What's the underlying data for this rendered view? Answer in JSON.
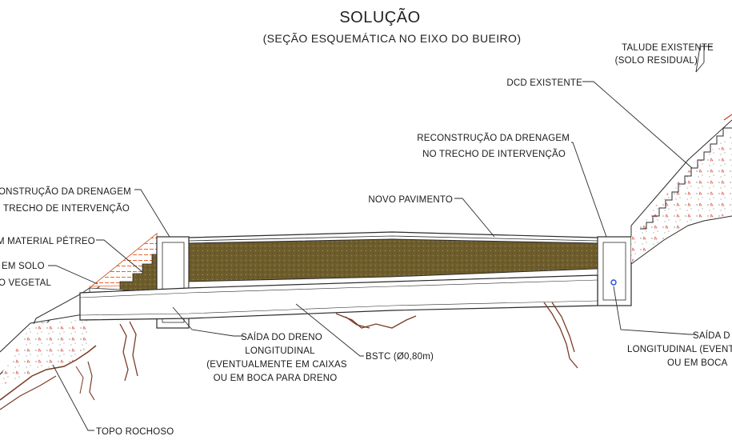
{
  "title": "SOLUÇÃO",
  "subtitle": "(SEÇÃO ESQUEMÁTICA NO EIXO DO BUEIRO)",
  "labels": {
    "talude_1": "TALUDE EXISTENTE",
    "talude_2": "(SOLO RESIDUAL)",
    "dcd": "DCD EXISTENTE",
    "recon_right_1": "RECONSTRUÇÃO DA DRENAGEM",
    "recon_right_2": "NO TRECHO DE INTERVENÇÃO",
    "recon_left_1": "ONSTRUÇÃO DA DRENAGEM",
    "recon_left_2": "TRECHO DE INTERVENÇÃO",
    "novo_pavimento": "NOVO PAVIMENTO",
    "material_petreo": "M MATERIAL PÉTREO",
    "solo_1": "EM SOLO",
    "solo_2": "O VEGETAL",
    "saida_left_1": "SAÍDA DO DRENO",
    "saida_left_2": "LONGITUDINAL",
    "saida_left_3": "(EVENTUALMENTE EM CAIXAS",
    "saida_left_4": "OU EM BOCA PARA DRENO",
    "bstc": "BSTC (Ø0,80m)",
    "saida_right_1": "SAÍDA D",
    "saida_right_2": "LONGITUDINAL (EVENT",
    "saida_right_3": "OU EM BOCA",
    "topo_rochoso": "TOPO ROCHOSO"
  },
  "colors": {
    "line": "#2b2b2b",
    "fill_pavement": "#6b5a2a",
    "hatch_orange": "#e8642a",
    "rock": "#7a3b24",
    "drain_dot": "#1f4fd6"
  }
}
